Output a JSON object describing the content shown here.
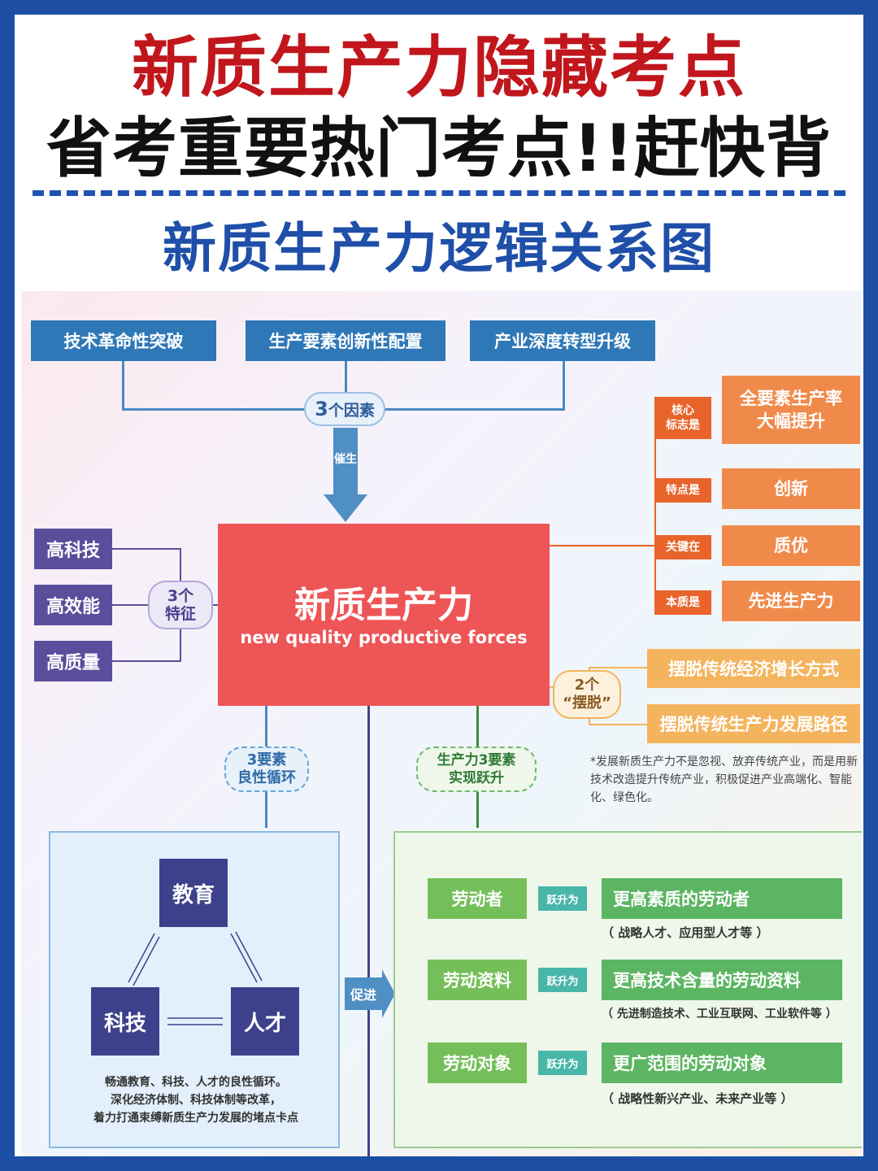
{
  "header": {
    "title_line1": "新质生产力隐藏考点",
    "title_line2": "省考重要热门考点!!赶快背",
    "diagram_title": "新质生产力逻辑关系图"
  },
  "top_factors": {
    "items": [
      "技术革命性突破",
      "生产要素创新性配置",
      "产业深度转型升级"
    ],
    "hub_label_num": "3",
    "hub_label_text": "个因素",
    "arrow_label": "催生"
  },
  "core": {
    "title": "新质生产力",
    "subtitle": "new quality productive forces"
  },
  "features": {
    "items": [
      "高科技",
      "高效能",
      "高质量"
    ],
    "hub_line1": "3个",
    "hub_line2": "特征"
  },
  "right_attributes": [
    {
      "connector": "核心\n标志是",
      "value": "全要素生产率\n大幅提升"
    },
    {
      "connector": "特点是",
      "value": "创新"
    },
    {
      "connector": "关键在",
      "value": "质优"
    },
    {
      "connector": "本质是",
      "value": "先进生产力"
    }
  ],
  "break_free": {
    "hub_line1": "2个",
    "hub_line2": "“摆脱”",
    "items": [
      "摆脱传统经济增长方式",
      "摆脱传统生产力发展路径"
    ],
    "note": "*发展新质生产力不是忽视、放弃传统产业，而是用新技术改造提升传统产业，积极促进产业高端化、智能化、绿色化。"
  },
  "cycle": {
    "label_line1": "3要素",
    "label_line2": "良性循环",
    "nodes": [
      "教育",
      "科技",
      "人才"
    ],
    "desc": [
      "畅通教育、科技、人才的良性循环。",
      "深化经济体制、科技体制等改革，",
      "着力打通束缚新质生产力发展的堵点卡点"
    ],
    "promote_label": "促进"
  },
  "leap": {
    "label_line1": "生产力3要素",
    "label_line2": "实现跃升",
    "arrow_label": "跃升为",
    "rows": [
      {
        "from": "劳动者",
        "to": "更高素质的劳动者",
        "example": "（ 战略人才、应用型人才等 ）"
      },
      {
        "from": "劳动资料",
        "to": "更高技术含量的劳动资料",
        "example": "（ 先进制造技术、工业互联网、工业软件等 ）"
      },
      {
        "from": "劳动对象",
        "to": "更广范围的劳动对象",
        "example": "（ 战略性新兴产业、未来产业等 ）"
      }
    ]
  }
}
